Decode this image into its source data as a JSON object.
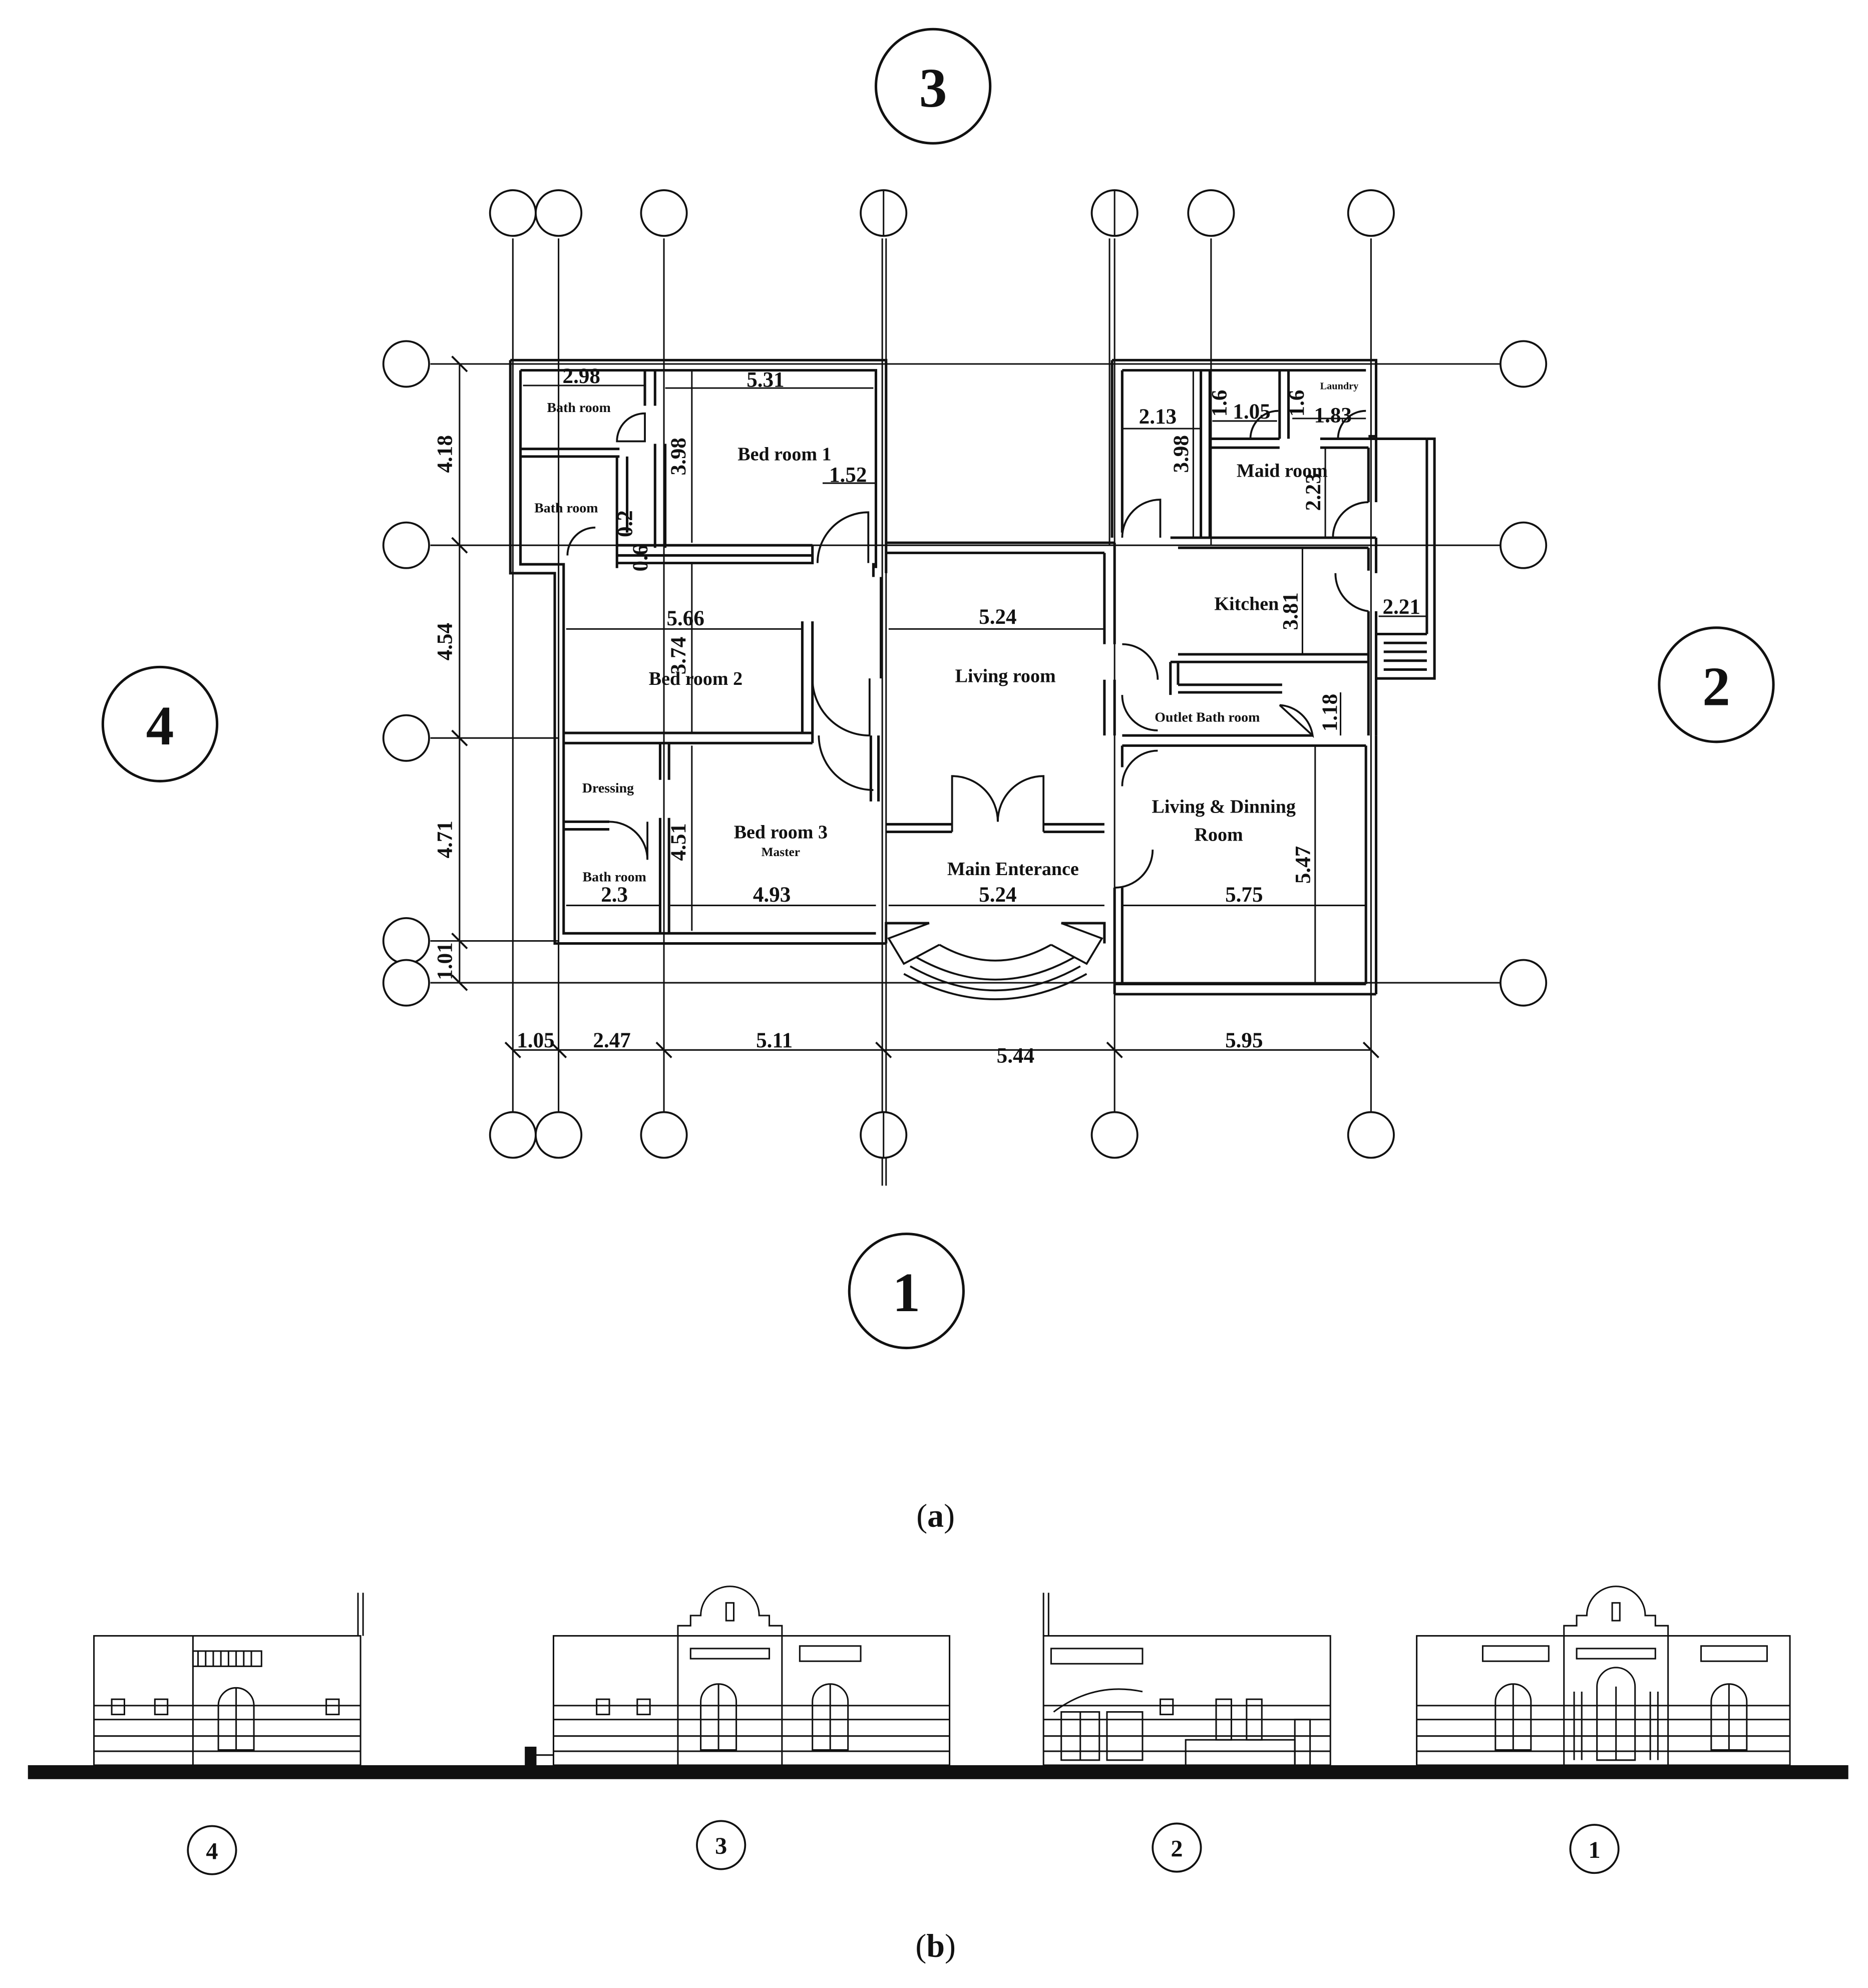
{
  "rooms": {
    "bath_top": "Bath room",
    "bath_left": "Bath room",
    "bed1": "Bed room 1",
    "bed2": "Bed room 2",
    "bed3": "Bed room 3",
    "bed3_sub": "Master",
    "dressing": "Dressing",
    "bath_master": "Bath room",
    "living": "Living room",
    "main_entrance": "Main Enterance",
    "maid": "Maid room",
    "laundry": "Laundry",
    "kitchen": "Kitchen",
    "outlet_bath": "Outlet Bath room",
    "living_dining_1": "Living & Dinning",
    "living_dining_2": "Room"
  },
  "dims": {
    "d_298": "2.98",
    "d_531": "5.31",
    "d_398": "3.98",
    "d_152": "1.52",
    "d_02": "0.2",
    "d_06": "0.6",
    "d_566": "5.66",
    "d_374": "3.74",
    "d_524a": "5.24",
    "d_451": "4.51",
    "d_23": "2.3",
    "d_493": "4.93",
    "d_524b": "5.24",
    "d_213": "2.13",
    "d_398b": "3.98",
    "d_16a": "1.6",
    "d_105": "1.05",
    "d_16b": "1.6",
    "d_183": "1.83",
    "d_223": "2.23",
    "d_381": "3.81",
    "d_221": "2.21",
    "d_118": "1.18",
    "d_575": "5.75",
    "d_547": "5.47",
    "v_418": "4.18",
    "v_454": "4.54",
    "v_471": "4.71",
    "v_101": "1.01",
    "h_105": "1.05",
    "h_247": "2.47",
    "h_511": "5.11",
    "h_544": "5.44",
    "h_595": "5.95"
  },
  "views": {
    "top": "3",
    "right": "2",
    "left": "4",
    "bottom": "1"
  },
  "elevation_labels": [
    "4",
    "3",
    "2",
    "1"
  ],
  "panels": {
    "a": "(a)",
    "b": "(b)",
    "a_letter": "a",
    "b_letter": "b"
  }
}
